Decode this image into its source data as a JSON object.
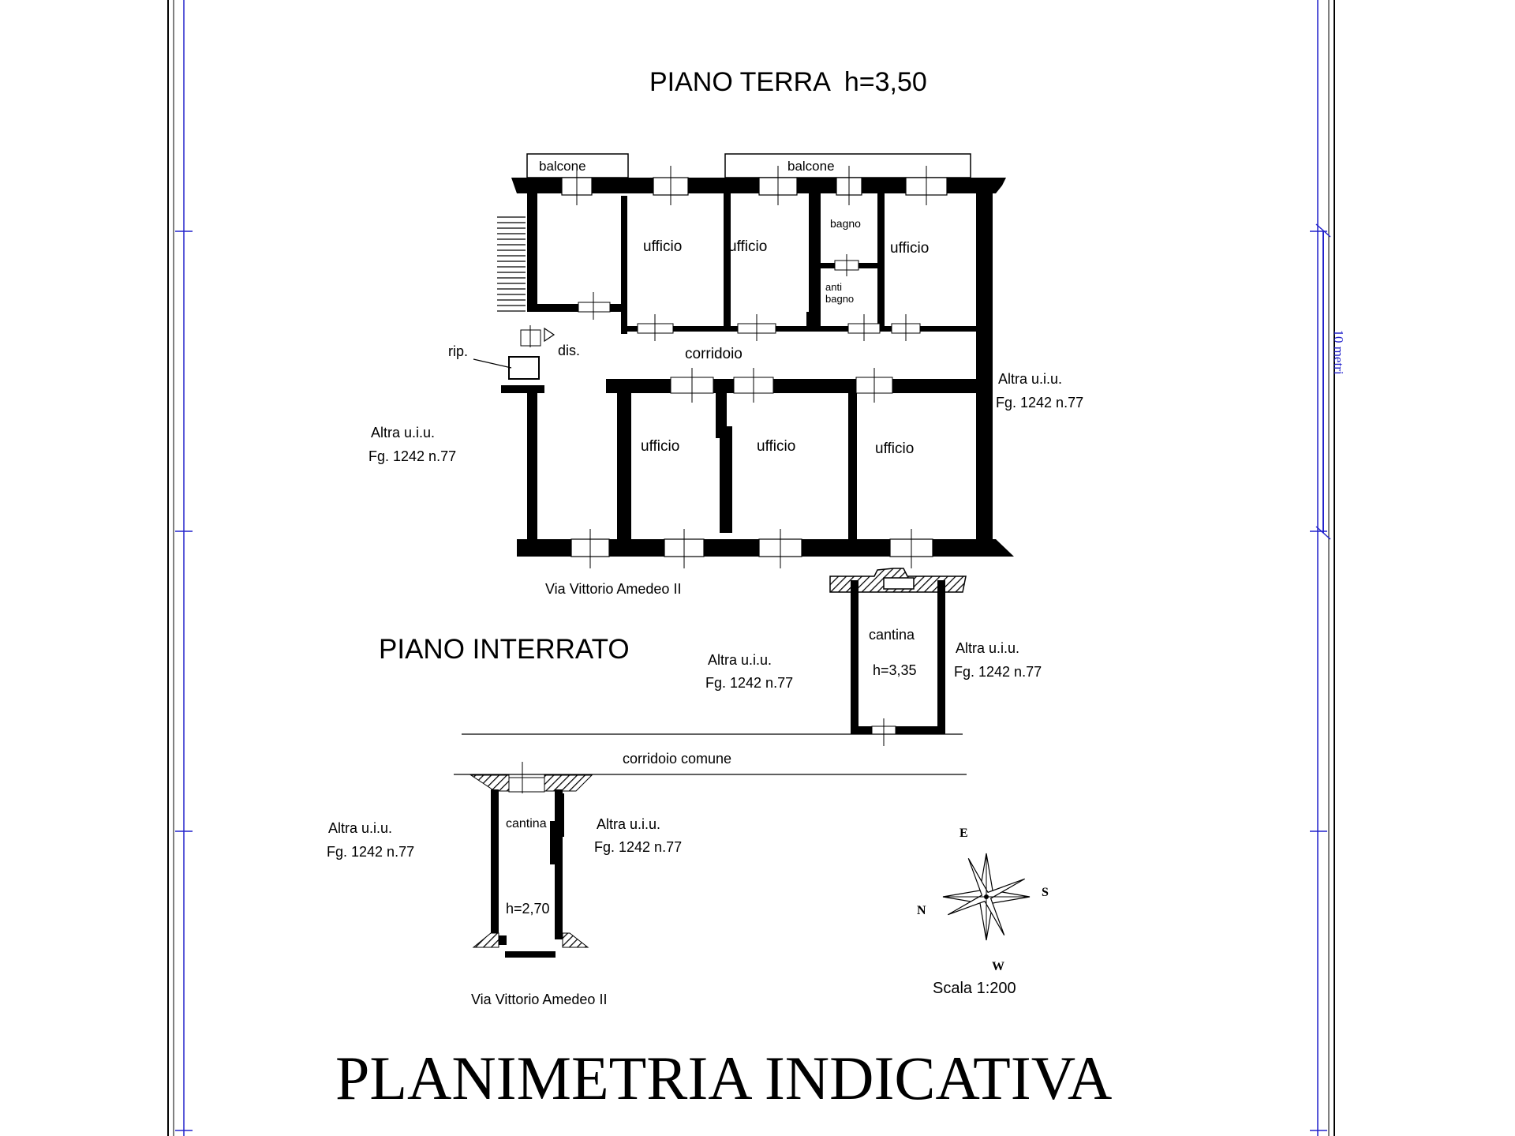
{
  "drawing": {
    "title_ground": "PIANO TERRA  h=3,50",
    "title_basement": "PIANO INTERRATO",
    "main_title": "PLANIMETRIA INDICATIVA",
    "scale": "Scala 1:200",
    "scale_bar_label": "10 metri"
  },
  "ground_floor": {
    "balcony_left": "balcone",
    "balcony_right": "balcone",
    "rooms_top": [
      "ufficio",
      "ufficio",
      "ufficio"
    ],
    "bathroom": "bagno",
    "antibath": [
      "anti",
      "bagno"
    ],
    "hallway": "dis.",
    "closet": "rip.",
    "corridor": "corridoio",
    "rooms_bottom": [
      "ufficio",
      "ufficio",
      "ufficio"
    ],
    "street": "Via Vittorio Amedeo II"
  },
  "basement": {
    "cellar_a_label": "cantina",
    "cellar_a_height": "h=3,35",
    "common_corridor": "corridoio comune",
    "cellar_b_label": "cantina",
    "cellar_b_height": "h=2,70",
    "street": "Via Vittorio Amedeo II"
  },
  "neighbors": {
    "line1": "Altra u.i.u.",
    "line2": "Fg. 1242 n.77"
  },
  "compass": {
    "E": "E",
    "S": "S",
    "N": "N",
    "W": "W"
  }
}
